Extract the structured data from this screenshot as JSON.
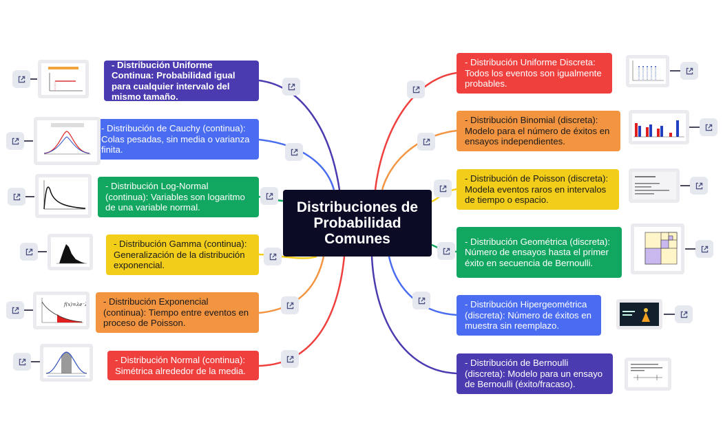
{
  "center": {
    "title": "Distribuciones de Probabilidad Comunes"
  },
  "nodes": {
    "uniforme_continua": "- Distribución Uniforme Continua: Probabilidad igual para cualquier intervalo del mismo tamaño.",
    "cauchy": "- Distribución de Cauchy (continua): Colas pesadas, sin media o varianza finita.",
    "log_normal": "- Distribución Log-Normal (continua): Variables son logaritmo de una variable normal.",
    "gamma": "- Distribución Gamma (continua): Generalización de la distribución exponencial.",
    "exponencial": "- Distribución Exponencial (continua): Tiempo entre eventos en proceso de Poisson.",
    "normal": "- Distribución Normal (continua): Simétrica alrededor de la media.",
    "uniforme_discreta": "- Distribución Uniforme Discreta: Todos los eventos son igualmente probables.",
    "binomial": "- Distribución Binomial (discreta): Modelo para el número de éxitos en ensayos independientes.",
    "poisson": "- Distribución de Poisson (discreta): Modela eventos raros en intervalos de tiempo o espacio.",
    "geometrica": "- Distribución Geométrica (discreta): Número de ensayos hasta el primer éxito en secuencia de Bernoulli.",
    "hipergeometrica": "- Distribución Hipergeométrica (discreta): Número de éxitos en muestra sin reemplazo.",
    "bernoulli": "- Distribución de Bernoulli (discreta): Modelo para un ensayo de Bernoulli (éxito/fracaso)."
  },
  "colors": {
    "center_bg": "#0b0b26",
    "purple": "#4a3bb1",
    "blue": "#4a6cf0",
    "green": "#12a760",
    "yellow": "#f2cd1a",
    "orange": "#f29440",
    "red": "#f0403e",
    "link_icon": "#4a5080"
  },
  "icons": {
    "link": "external-link-icon"
  }
}
